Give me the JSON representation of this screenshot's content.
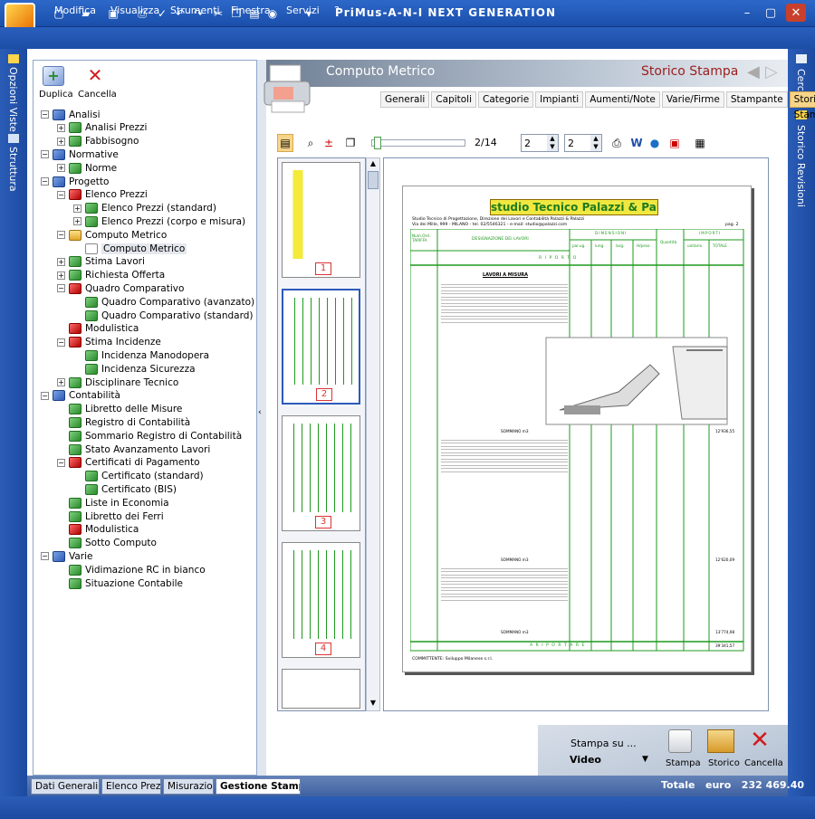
{
  "window": {
    "title": "PriMus-A-N-I   NEXT GENERATION"
  },
  "menu": [
    "Modifica",
    "Visualizza",
    "Strumenti",
    "Finestra",
    "Servizi",
    "?"
  ],
  "left_rail": [
    "Opzioni Viste",
    "Struttura"
  ],
  "right_rail": [
    "Cerca",
    "Storico Revisioni"
  ],
  "toolbar_left": {
    "duplica": "Duplica",
    "cancella": "Cancella"
  },
  "header": {
    "title": "Computo Metrico",
    "storico": "Storico Stampa"
  },
  "tabs": [
    "Generali",
    "Capitoli",
    "Categorie",
    "Impianti",
    "Aumenti/Note",
    "Varie/Firme",
    "Stampante",
    "Storico Stampa"
  ],
  "active_tab": "Storico Stampa",
  "tree": [
    {
      "label": "Analisi",
      "level": 0,
      "expander": "−",
      "icon": "scale"
    },
    {
      "label": "Analisi Prezzi",
      "level": 1,
      "expander": "+",
      "icon": "green"
    },
    {
      "label": "Fabbisogno",
      "level": 1,
      "expander": "+",
      "icon": "green"
    },
    {
      "label": "Normative",
      "level": 0,
      "expander": "−",
      "icon": "scale"
    },
    {
      "label": "Norme",
      "level": 1,
      "expander": "+",
      "icon": "green"
    },
    {
      "label": "Progetto",
      "level": 0,
      "expander": "−",
      "icon": "scale"
    },
    {
      "label": "Elenco Prezzi",
      "level": 1,
      "expander": "−",
      "icon": "red"
    },
    {
      "label": "Elenco Prezzi (standard)",
      "level": 2,
      "expander": "+",
      "icon": "green"
    },
    {
      "label": "Elenco Prezzi (corpo e misura)",
      "level": 2,
      "expander": "+",
      "icon": "green"
    },
    {
      "label": "Computo Metrico",
      "level": 1,
      "expander": "−",
      "icon": "folder"
    },
    {
      "label": "Computo Metrico",
      "level": 2,
      "expander": "",
      "icon": "doc",
      "selected": true
    },
    {
      "label": "Stima Lavori",
      "level": 1,
      "expander": "+",
      "icon": "green"
    },
    {
      "label": "Richiesta Offerta",
      "level": 1,
      "expander": "+",
      "icon": "green"
    },
    {
      "label": "Quadro Comparativo",
      "level": 1,
      "expander": "−",
      "icon": "red"
    },
    {
      "label": "Quadro Comparativo (avanzato)",
      "level": 2,
      "expander": "",
      "icon": "green"
    },
    {
      "label": "Quadro Comparativo (standard)",
      "level": 2,
      "expander": "",
      "icon": "green"
    },
    {
      "label": "Modulistica",
      "level": 1,
      "expander": "",
      "icon": "red"
    },
    {
      "label": "Stima Incidenze",
      "level": 1,
      "expander": "−",
      "icon": "red"
    },
    {
      "label": "Incidenza Manodopera",
      "level": 2,
      "expander": "",
      "icon": "green"
    },
    {
      "label": "Incidenza Sicurezza",
      "level": 2,
      "expander": "",
      "icon": "green"
    },
    {
      "label": "Disciplinare Tecnico",
      "level": 1,
      "expander": "+",
      "icon": "green"
    },
    {
      "label": "Contabilità",
      "level": 0,
      "expander": "−",
      "icon": "scale"
    },
    {
      "label": "Libretto delle Misure",
      "level": 1,
      "expander": "",
      "icon": "green"
    },
    {
      "label": "Registro di Contabilità",
      "level": 1,
      "expander": "",
      "icon": "green"
    },
    {
      "label": "Sommario Registro di Contabilità",
      "level": 1,
      "expander": "",
      "icon": "green"
    },
    {
      "label": "Stato Avanzamento Lavori",
      "level": 1,
      "expander": "",
      "icon": "green"
    },
    {
      "label": "Certificati di Pagamento",
      "level": 1,
      "expander": "−",
      "icon": "red"
    },
    {
      "label": "Certificato (standard)",
      "level": 2,
      "expander": "",
      "icon": "green"
    },
    {
      "label": "Certificato (BIS)",
      "level": 2,
      "expander": "",
      "icon": "green"
    },
    {
      "label": "Liste in Economia",
      "level": 1,
      "expander": "",
      "icon": "green"
    },
    {
      "label": "Libretto dei Ferri",
      "level": 1,
      "expander": "",
      "icon": "green"
    },
    {
      "label": "Modulistica",
      "level": 1,
      "expander": "",
      "icon": "red"
    },
    {
      "label": "Sotto Computo",
      "level": 1,
      "expander": "",
      "icon": "green"
    },
    {
      "label": "Varie",
      "level": 0,
      "expander": "−",
      "icon": "scale"
    },
    {
      "label": "Vidimazione RC in bianco",
      "level": 1,
      "expander": "",
      "icon": "green"
    },
    {
      "label": "Situazione Contabile",
      "level": 1,
      "expander": "",
      "icon": "green"
    }
  ],
  "preview_toolbar": {
    "page_indicator": "2/14",
    "spin1": "2",
    "spin2": "2"
  },
  "thumbnails": [
    "1",
    "2",
    "3",
    "4"
  ],
  "page": {
    "company": "studio Tecnico Palazzi & Palazzi",
    "header_line1": "Studio Tecnico di Progettazione, Direzione dei Lavori e Contabilità Palazzi & Palazzi",
    "header_line2": "Via dei Mille, 999 - MILANO - tel. 02/5546321 - e-mail: studio@palazzi.com",
    "pag": "pag. 2",
    "col_num": "Num.Ord. TARIFFA",
    "col_desc": "DESIGNAZIONE DEI LAVORI",
    "col_dim": "DIMENSIONI",
    "col_parug": "par.ug.",
    "col_lung": "lung.",
    "col_larg": "larg.",
    "col_hpeso": "H/peso",
    "col_quant": "Quantità",
    "col_importi": "IMPORTI",
    "col_unitario": "unitario",
    "col_totale": "TOTALE",
    "riporto": "R I P O R T O",
    "section": "LAVORI A MISURA",
    "sommano": "SOMMANO m3",
    "a_riportare": "A  R I P O R T A R E",
    "tot1": "12'936,55",
    "tot2": "12'620,09",
    "tot3": "13'774,98",
    "tot_riportare": "39'341,57",
    "footer": "COMMITTENTE: Sviluppo Milanese s.r.l."
  },
  "bottom": {
    "stampa_su": "Stampa su ...",
    "device": "Video",
    "btn_stampa": "Stampa",
    "btn_storico": "Storico",
    "btn_cancella": "Cancella"
  },
  "status_tabs": [
    "Dati Generali",
    "Elenco Prezzi",
    "Misurazioni",
    "Gestione Stampe"
  ],
  "active_status_tab": "Gestione Stampe",
  "totale": {
    "label": "Totale",
    "currency": "euro",
    "value": "232 469.40"
  }
}
